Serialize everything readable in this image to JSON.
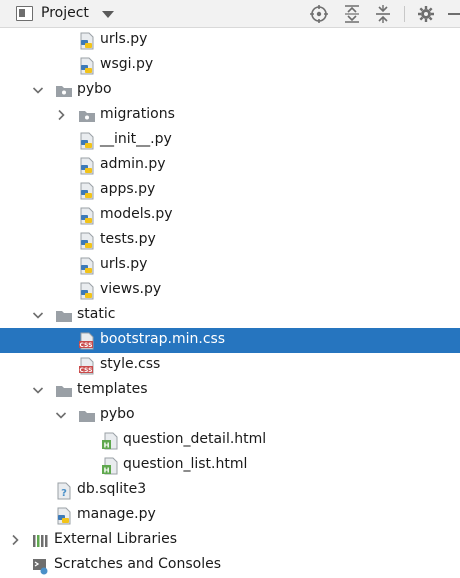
{
  "toolbar": {
    "title": "Project",
    "icons": [
      "locate-icon",
      "expand-all-icon",
      "collapse-all-icon",
      "gear-icon",
      "hide-icon"
    ]
  },
  "tree": [
    {
      "label": "urls.py",
      "icon": "python-file",
      "depth": 3
    },
    {
      "label": "wsgi.py",
      "icon": "python-file",
      "depth": 3
    },
    {
      "label": "pybo",
      "icon": "package-folder",
      "depth": 2,
      "expanded": true
    },
    {
      "label": "migrations",
      "icon": "package-folder",
      "depth": 3,
      "expanded": false
    },
    {
      "label": "__init__.py",
      "icon": "python-file",
      "depth": 3
    },
    {
      "label": "admin.py",
      "icon": "python-file",
      "depth": 3
    },
    {
      "label": "apps.py",
      "icon": "python-file",
      "depth": 3
    },
    {
      "label": "models.py",
      "icon": "python-file",
      "depth": 3
    },
    {
      "label": "tests.py",
      "icon": "python-file",
      "depth": 3
    },
    {
      "label": "urls.py",
      "icon": "python-file",
      "depth": 3
    },
    {
      "label": "views.py",
      "icon": "python-file",
      "depth": 3
    },
    {
      "label": "static",
      "icon": "folder",
      "depth": 2,
      "expanded": true
    },
    {
      "label": "bootstrap.min.css",
      "icon": "css-file",
      "depth": 3,
      "selected": true
    },
    {
      "label": "style.css",
      "icon": "css-file",
      "depth": 3
    },
    {
      "label": "templates",
      "icon": "folder",
      "depth": 2,
      "expanded": true
    },
    {
      "label": "pybo",
      "icon": "folder",
      "depth": 3,
      "expanded": true
    },
    {
      "label": "question_detail.html",
      "icon": "html-file",
      "depth": 4
    },
    {
      "label": "question_list.html",
      "icon": "html-file",
      "depth": 4
    },
    {
      "label": "db.sqlite3",
      "icon": "unknown-file",
      "depth": 2
    },
    {
      "label": "manage.py",
      "icon": "python-file",
      "depth": 2
    },
    {
      "label": "External Libraries",
      "icon": "libraries",
      "depth": 1,
      "expanded": false
    },
    {
      "label": "Scratches and Consoles",
      "icon": "scratches",
      "depth": 1
    }
  ],
  "colors": {
    "selection": "#2675bf",
    "python_blue": "#3d7ab8",
    "python_yellow": "#f2c318",
    "css_red": "#c94b4b",
    "html_green": "#5fa84e",
    "folder_gray": "#9aa0a6"
  }
}
